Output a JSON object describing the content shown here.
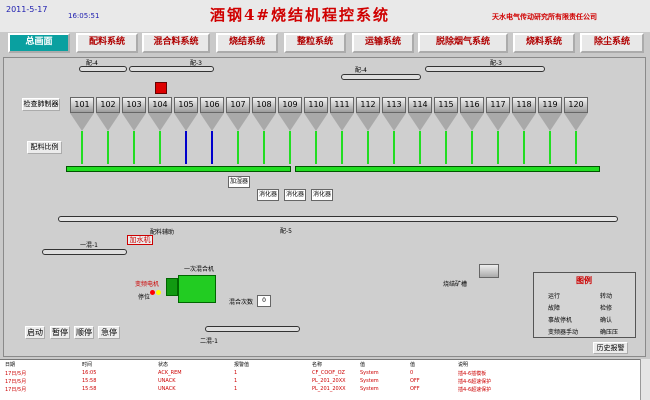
{
  "header": {
    "date": "2011-5-17",
    "time": "16:05:51",
    "title": "酒钢4#烧结机程控系统",
    "company": "天水电气传动研究所有限责任公司"
  },
  "menu": [
    "总画面",
    "配料系统",
    "混合料系统",
    "烧结系统",
    "整粒系统",
    "运输系统",
    "脱除烟气系统",
    "烧料系统",
    "除尘系统"
  ],
  "hoppers": [
    "101",
    "102",
    "103",
    "104",
    "105",
    "106",
    "107",
    "108",
    "109",
    "110",
    "111",
    "112",
    "113",
    "114",
    "115",
    "116",
    "117",
    "118",
    "119",
    "120"
  ],
  "buttons": {
    "check": "检查肺制器",
    "ratio": "配料比例",
    "start": "启动",
    "pause": "暂停",
    "shutdown": "顺停",
    "estop": "急停",
    "history": "历史报警",
    "addwater": "加水机"
  },
  "labels": {
    "pei4": "配-4",
    "pei3": "配-3",
    "pei4b": "配-4",
    "pei3b": "配-3",
    "pei5": "配-5",
    "hunhe1": "一混-1",
    "hunhe2": "二混-1",
    "mixer1": "一次混合机",
    "addwater_label": "加湿器",
    "xinghua1": "消化器",
    "xinghua2": "消化器",
    "xinghua3": "消化器",
    "motor_pump": "变频电机",
    "stop_flag": "停位",
    "cycle_label": "混合次数",
    "cycle_value": "0",
    "ore": "烧结矿槽",
    "fuel": "配料辅助"
  },
  "legend": {
    "title": "图例",
    "items": [
      "运行",
      "转动",
      "故障",
      "检修",
      "事故停机",
      "确认",
      "变频器手动",
      "确压压"
    ]
  },
  "log": {
    "headers": [
      "日期",
      "时间",
      "状态",
      "报警值",
      "名称",
      "值",
      "值",
      "说明"
    ],
    "rows": [
      [
        "17日/5月",
        "16:05",
        "ACK_REM",
        "1",
        "CF_COOF_OZ",
        "System",
        "0",
        "插4-6插模板"
      ],
      [
        "17日/5月",
        "15:58",
        "UNACK",
        "1",
        "PL_201_20XX",
        "System",
        "OFF",
        "插4-6超速保护"
      ],
      [
        "17日/5月",
        "15:58",
        "UNACK",
        "1",
        "PL_201_20XX",
        "System",
        "OFF",
        "插4-6超速保护"
      ]
    ]
  },
  "colors": {
    "title": "#d00000",
    "belt_green": "#22dd22",
    "fault_red": "#ff0000",
    "active_menu": "#0aa0a0",
    "run": "#00c000"
  }
}
